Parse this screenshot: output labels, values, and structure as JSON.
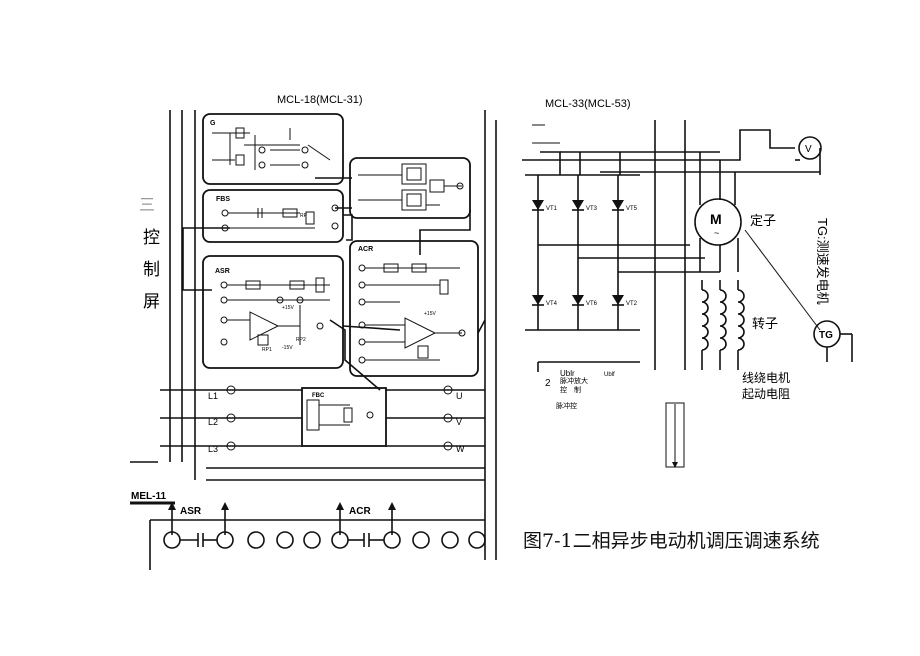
{
  "left_panel": {
    "module_title": "MCL-18(MCL-31)",
    "side_chars": [
      "三",
      "控",
      "制",
      "屏"
    ],
    "blocks": {
      "g": "G",
      "fbs": "FBS",
      "asr": "ASR",
      "acr": "ACR",
      "fbc": "FBC"
    },
    "lines": [
      "L1",
      "L2",
      "L3"
    ],
    "phases": [
      "U",
      "V",
      "W"
    ],
    "bottom_module": "MEL-11",
    "bottom_asr": "ASR",
    "bottom_acr": "ACR",
    "small_labels": {
      "plus15v_a": "+15V",
      "plus15v_b": "+15V",
      "minus15v": "-15V",
      "rp1": "RP1",
      "rp2": "RP2",
      "rp": "RP"
    }
  },
  "right_panel": {
    "module_title": "MCL-33(MCL-53)",
    "thyristors": [
      "VT1",
      "VT3",
      "VT5",
      "VT4",
      "VT6",
      "VT2"
    ],
    "meter_v": "V",
    "motor_m": "M",
    "motor_tilde": "~",
    "stator_label": "定子",
    "rotor_label": "转子",
    "tg_circle": "TG",
    "tg_label": "TG:测速发电机",
    "resistor_label_1": "线绕电机",
    "resistor_label_2": "起动电阻",
    "ublr": "Ublr",
    "ublf": "Ublf",
    "pulse_amp_1": "脉冲放大",
    "pulse_amp_2": "控　制",
    "num_2": "2",
    "pulse_ctrl": "脉冲控"
  },
  "caption": "图7-1二相异步电动机调压调速系统"
}
